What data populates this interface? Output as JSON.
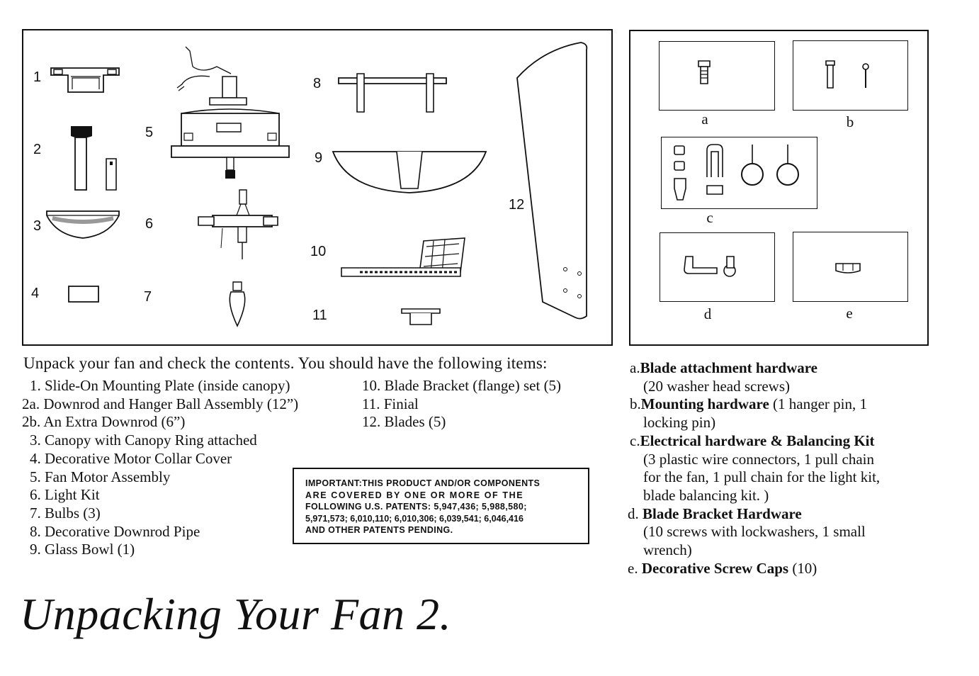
{
  "figure": {
    "numbers": [
      "1",
      "2",
      "3",
      "4",
      "5",
      "6",
      "7",
      "8",
      "9",
      "10",
      "11",
      "12"
    ]
  },
  "hardware_figure": {
    "labels": [
      "a",
      "b",
      "c",
      "d",
      "e"
    ]
  },
  "intro": "Unpack your fan and check the contents. You should have the following items:",
  "items_left": [
    "1. Slide-On Mounting Plate (inside canopy)",
    "2a. Downrod and Hanger Ball Assembly (12”)",
    "2b. An Extra Downrod (6”)",
    "3. Canopy with Canopy Ring attached",
    "4. Decorative Motor Collar Cover",
    "5. Fan Motor Assembly",
    "6. Light Kit",
    "7. Bulbs (3)",
    "8. Decorative Downrod Pipe",
    "9. Glass Bowl (1)"
  ],
  "items_right": [
    "10. Blade Bracket (flange) set (5)",
    "11. Finial",
    "12. Blades (5)"
  ],
  "notice": {
    "lines": [
      "IMPORTANT:THIS PRODUCT AND/OR COMPONENTS",
      "ARE COVERED BY ONE OR MORE OF THE",
      "FOLLOWING U.S. PATENTS: 5,947,436; 5,988,580;",
      "5,971,573; 6,010,110; 6,010,306; 6,039,541; 6,046,416",
      "AND OTHER PATENTS PENDING."
    ]
  },
  "hardware": {
    "a_letter": "a.",
    "a_title": "Blade attachment hardware",
    "a_detail": "(20 washer head screws)",
    "b_letter": "b.",
    "b_title": "Mounting hardware",
    "b_detail_1": " (1 hanger pin, 1",
    "b_detail_2": "locking pin)",
    "c_letter": "c.",
    "c_title": "Electrical hardware & Balancing Kit",
    "c_detail_1": "(3 plastic wire connectors, 1 pull chain",
    "c_detail_2": "for the fan, 1 pull chain for the light kit,",
    "c_detail_3": "blade balancing kit. )",
    "d_letter": "d. ",
    "d_title": "Blade Bracket Hardware",
    "d_detail_1": "(10 screws with lockwashers, 1 small",
    "d_detail_2": "wrench)",
    "e_letter": "e. ",
    "e_title": "Decorative Screw Caps",
    "e_detail": " (10)"
  },
  "page_title": "Unpacking Your Fan 2."
}
